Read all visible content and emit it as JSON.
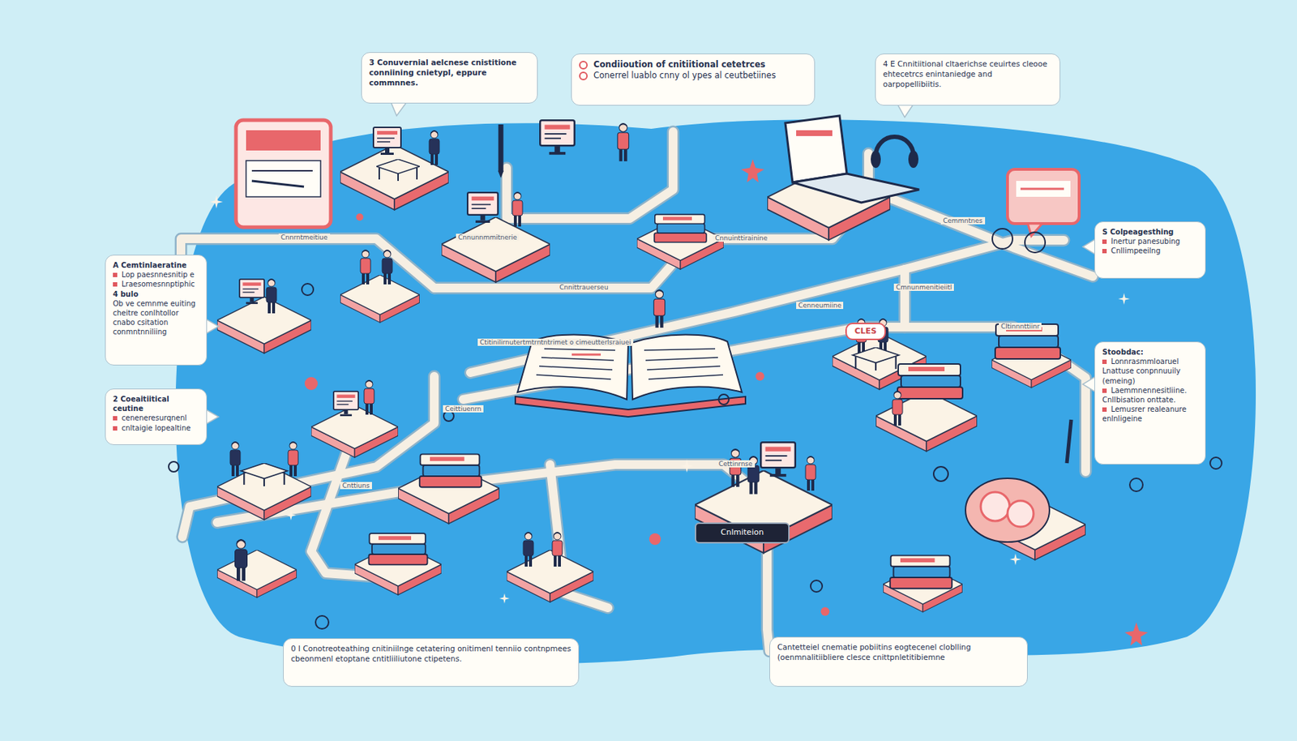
{
  "diagram": {
    "nodes": [
      {
        "text": [
          "3 Conuvernial aelcnese cnistitione conniining cnietypl, eppure commnnes."
        ]
      },
      {
        "text": [
          "Condiioution of cnitiitional cetetrces",
          "Conerrel luablo cnny ol ypes al ceutbetiines"
        ]
      },
      {
        "text": [
          "4 E Cnnitiitional cltaerichse ceuirtes cleooe ehtecetrcs enintaniedge and oarpopellibiitis."
        ]
      },
      {
        "text": [
          "A Cemtinlaeratine",
          "Lop paesnnesnitip e",
          "Lraesomesnnptiphic",
          "4 bulo",
          "Ob ve cemnme euiting cheitre conlhtollor cnabo csitation conmntnniliing"
        ]
      },
      {
        "text": [
          "S Colpeagesthing",
          "Inertur panesubing",
          "Cnllimpeeilng"
        ]
      },
      {
        "text": [
          "CLES"
        ]
      },
      {
        "text": [
          "Stoobdac:",
          "Lonnrasmmloaruel",
          "Lnattuse conpnnuuily (emeing)",
          "Laemmnennesitliine.",
          "Cnllbisation onttate.",
          "Lemusrer realeanure",
          "enlnligeine"
        ]
      },
      {
        "text": [
          "2 Coeaitiitical ceutine",
          "ceneneresurqnenl",
          "cnltaigie lopealtine"
        ]
      },
      {
        "text": [
          "Cnlmiteion"
        ]
      },
      {
        "text": [
          "0 I Conotreoteathing cnitiniilnge cetatering onitimenl tenniio contnpmees cbeonmenl etoptane cntitliiliutone ctipetens."
        ]
      },
      {
        "text": [
          "Cantetteiel cnematie pobiitins eogtecenel cloblling (oenmnalitiibliere clesce cnittpnletitibiemne"
        ]
      }
    ],
    "labels": [
      "Cnnrntmeitiue",
      "Cnnittrauerseu",
      "Cnnuinttirainine",
      "Cnnunnmmitnerie",
      "Ctitinilirnutertmtrntntrimet o cimeutterlsraiuei",
      "Cenneumiine",
      "Ceittiuenrn",
      "Cnttiuns",
      "Cettinrnse",
      "Cltinnnttiinr",
      "Cmnunmenitieiitl",
      "Cemmntnes"
    ]
  }
}
